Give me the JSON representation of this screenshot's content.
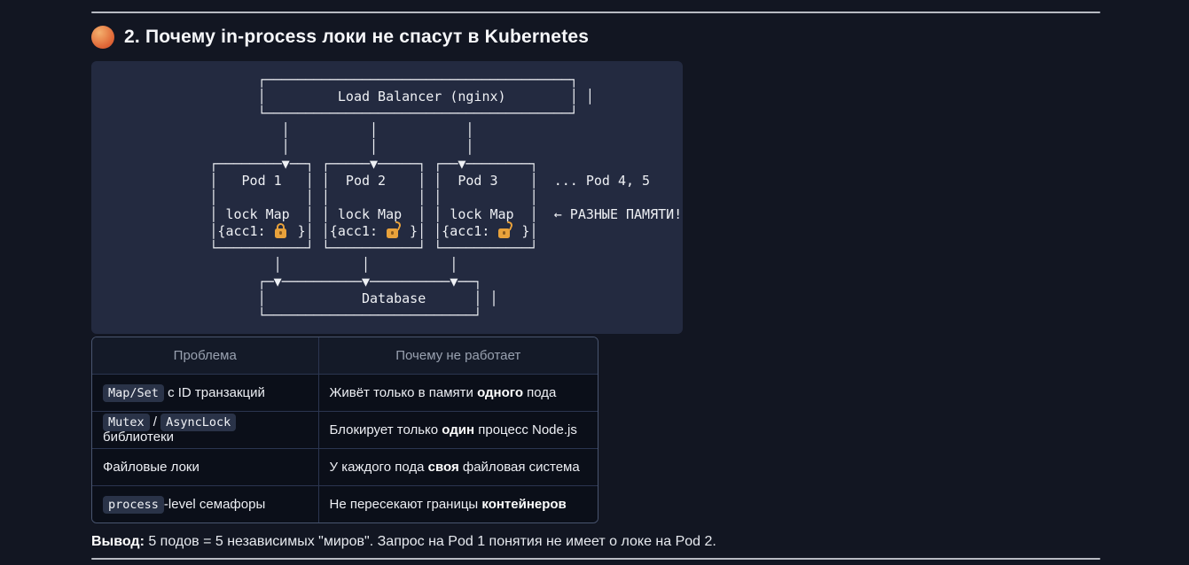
{
  "colors": {
    "page_bg": "#121622",
    "panel_bg": "#232a40",
    "header_bg": "#141a28",
    "row_bg": "#0b0f19",
    "border": "#2b3550",
    "outer_border": "#49556f",
    "code_bg": "#2a3348",
    "text": "#edeff4",
    "muted": "#99a1b0",
    "lock_orange": "#e9a23b",
    "divider": "#b7bac2",
    "arc": "#2a3450"
  },
  "heading": {
    "emoji_icon": "orange-sphere-emoji",
    "title": "2. Почему in-process локи не спасут в Kubernetes"
  },
  "diagram": {
    "lines_before": [
      "                   ┌──────────────────────────────────────┐",
      "                   │         Load Balancer (nginx)        │ │",
      "                   └──────────────────────────────────────┘",
      "                      │          │           │",
      "                      │          │           │",
      "             ┌────────▼──┐ ┌─────▼─────┐ ┌──▼────────┐",
      "             │   Pod 1   │ │  Pod 2    │ │  Pod 3    │  ... Pod 4, 5",
      "             │           │ │           │ │           │",
      "             │ lock Map  │ │ lock Map  │ │ lock Map  │  ← РАЗНЫЕ ПАМЯТИ!"
    ],
    "lock_row": {
      "seg_a": "             │{acc1: ",
      "seg_b": " }│ │{acc1: ",
      "seg_c": " }│ │{acc1: ",
      "seg_d": " }│",
      "locks": [
        "closed",
        "open",
        "open"
      ]
    },
    "lines_after": [
      "             └───────────┘ └───────────┘ └───────────┘",
      "                     │          │          │",
      "                   ┌─▼──────────▼──────────▼──┐",
      "                   │            Database      │ │",
      "                   └──────────────────────────┘"
    ]
  },
  "table": {
    "headers": [
      "Проблема",
      "Почему не работает"
    ],
    "rows": [
      {
        "c1": {
          "code1": "Map/Set",
          "t1": " с ID транзакций"
        },
        "c2": {
          "t1": "Живёт только в памяти ",
          "b": "одного",
          "t2": " пода"
        }
      },
      {
        "c1": {
          "code1": "Mutex",
          "t1": " / ",
          "code2": "AsyncLock",
          "t2": " библиотеки"
        },
        "c2": {
          "t1": "Блокирует только ",
          "b": "один",
          "t2": " процесс Node.js"
        }
      },
      {
        "c1": {
          "t1": "Файловые локи"
        },
        "c2": {
          "t1": "У каждого пода ",
          "b": "своя",
          "t2": " файловая система"
        }
      },
      {
        "c1": {
          "code1": "process",
          "t1": "-level семафоры"
        },
        "c2": {
          "t1": "Не пересекают границы ",
          "b": "контейнеров"
        }
      }
    ]
  },
  "conclusion": {
    "label": "Вывод:",
    "text": " 5 подов = 5 независимых \"миров\". Запрос на Pod 1 понятия не имеет о локе на Pod 2."
  }
}
